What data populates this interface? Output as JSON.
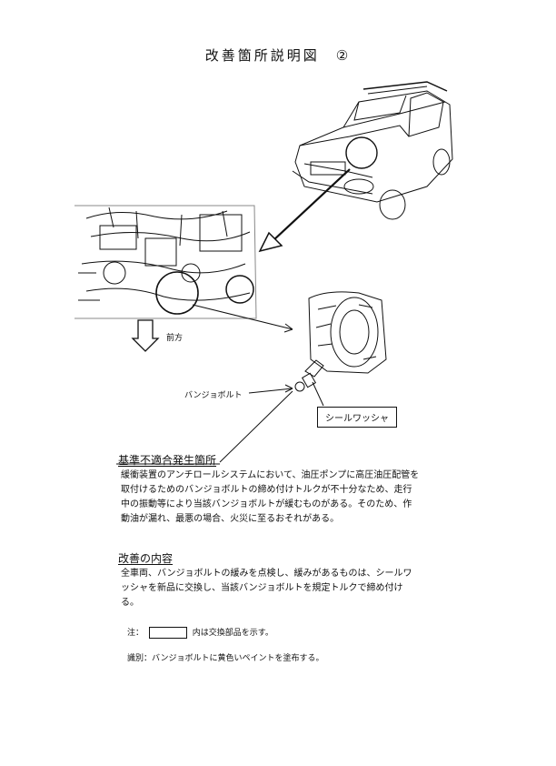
{
  "page": {
    "title": "改善箇所説明図　②"
  },
  "figure": {
    "direction_label": "前方",
    "banjo_bolt_label": "バンジョボルト",
    "seal_washer_label": "シールワッシャ"
  },
  "defect": {
    "heading": "基準不適合発生箇所",
    "text": "緩衝装置のアンチロールシステムにおいて、油圧ポンプに高圧油圧配管を取付けるためのバンジョボルトの締め付けトルクが不十分なため、走行中の振動等により当該バンジョボルトが緩むものがある。そのため、作動油が漏れ、最悪の場合、火災に至るおそれがある。"
  },
  "remedy": {
    "heading": "改善の内容",
    "text": "全車両、バンジョボルトの緩みを点検し、緩みがあるものは、シールワッシャを新品に交換し、当該バンジョボルトを規定トルクで締め付ける。"
  },
  "notes": {
    "note_prefix": "注：",
    "note_suffix": "内は交換部品を示す。",
    "identification": "識別：バンジョボルトに黄色いペイントを塗布する。"
  }
}
